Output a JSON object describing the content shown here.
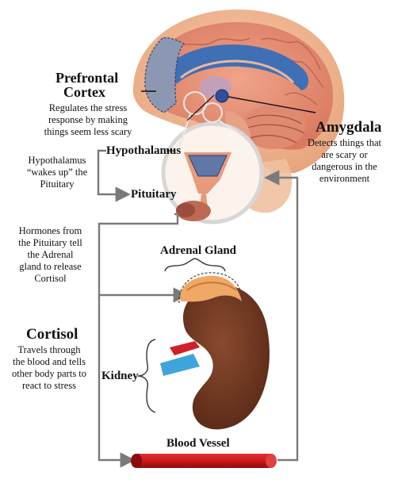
{
  "labels": {
    "prefrontal_line1": "Prefrontal",
    "prefrontal_line2": "Cortex",
    "prefrontal_desc": [
      "Regulates the stress",
      "response by making",
      "things seem less scary"
    ],
    "amygdala": "Amygdala",
    "amygdala_desc": [
      "Detects things that",
      "are scary or",
      "dangerous in the",
      "environment"
    ],
    "hypothalamus": "Hypothalamus",
    "hypothalamus_desc": [
      "Hypothalamus",
      "“wakes up” the",
      "Pituitary"
    ],
    "pituitary": "Pituitary",
    "hormones_desc": [
      "Hormones from",
      "the Pituitary tell",
      "the Adrenal",
      "gland to release",
      "Cortisol"
    ],
    "adrenal_gland": "Adrenal Gland",
    "cortisol": "Cortisol",
    "cortisol_desc": [
      "Travels through",
      "the blood and tells",
      "other body parts to",
      "react to stress"
    ],
    "kidney": "Kidney",
    "blood_vessel": "Blood Vessel"
  }
}
